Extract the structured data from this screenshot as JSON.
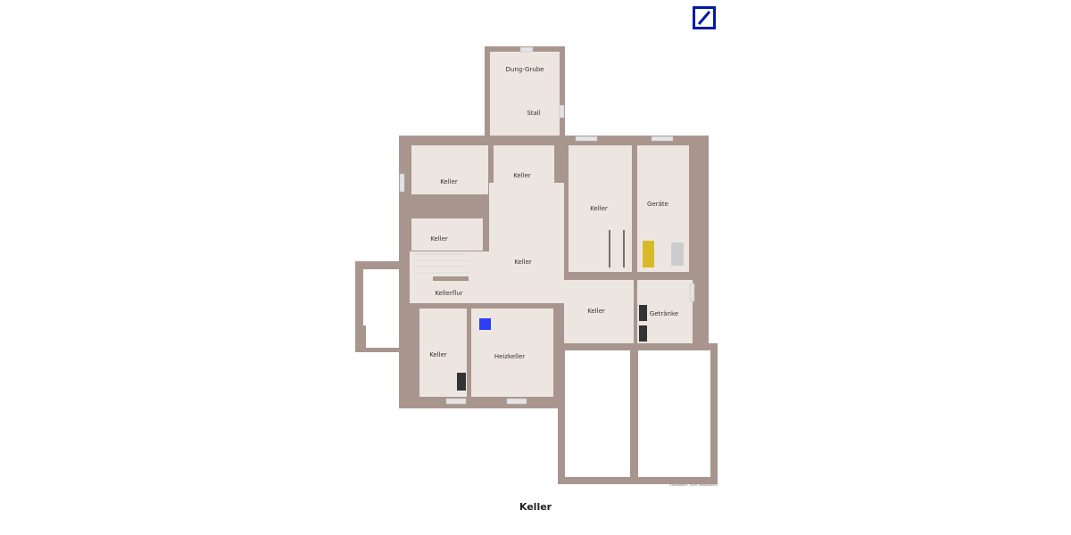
{
  "plan": {
    "floor_title": "Keller",
    "note": "Exposéplan, nicht maßstäblich",
    "logo": "Deutsche Bank",
    "colors": {
      "wall": "#a8968e",
      "floor": "#ede6e0",
      "logo": "#0018a8",
      "boiler": "#2b3ff0"
    },
    "rooms": [
      {
        "label": "Dung-Grube"
      },
      {
        "label": "Stall"
      },
      {
        "label": "Keller"
      },
      {
        "label": "Keller"
      },
      {
        "label": "Keller"
      },
      {
        "label": "Geräte"
      },
      {
        "label": "Keller"
      },
      {
        "label": "Keller"
      },
      {
        "label": "Kellerflur"
      },
      {
        "label": "Keller"
      },
      {
        "label": "Getränke"
      },
      {
        "label": "Keller"
      },
      {
        "label": "Heizkeller"
      }
    ]
  }
}
